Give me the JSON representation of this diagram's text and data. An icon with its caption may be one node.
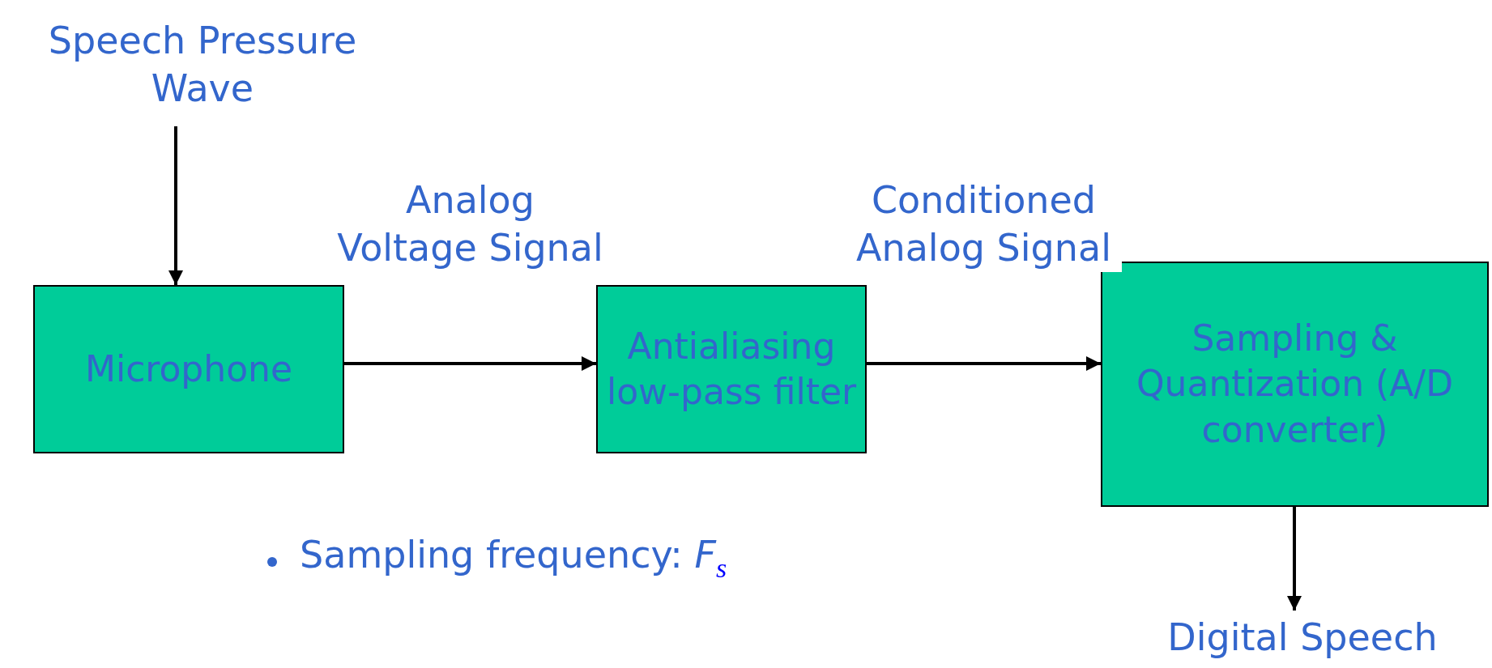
{
  "diagram": {
    "nodes": [
      {
        "text": [
          "Speech Pressure Wave"
        ]
      },
      {
        "text": [
          "Microphone"
        ]
      },
      {
        "text": [
          "Antialiasing low-pass filter"
        ]
      },
      {
        "text": [
          "Sampling & Quantization (A/D converter)"
        ]
      },
      {
        "text": [
          "Digital Speech"
        ]
      }
    ],
    "edges": [
      {
        "from": 0,
        "to": 1,
        "arrow": "to"
      },
      {
        "from": 1,
        "to": 2,
        "arrow": "to",
        "label": "Analog Voltage Signal"
      },
      {
        "from": 2,
        "to": 3,
        "arrow": "to",
        "label": "Conditioned Analog Signal"
      },
      {
        "from": 3,
        "to": 4,
        "arrow": "to"
      }
    ],
    "labels": [
      "Sampling frequency: *F*$_{s}$"
    ]
  }
}
